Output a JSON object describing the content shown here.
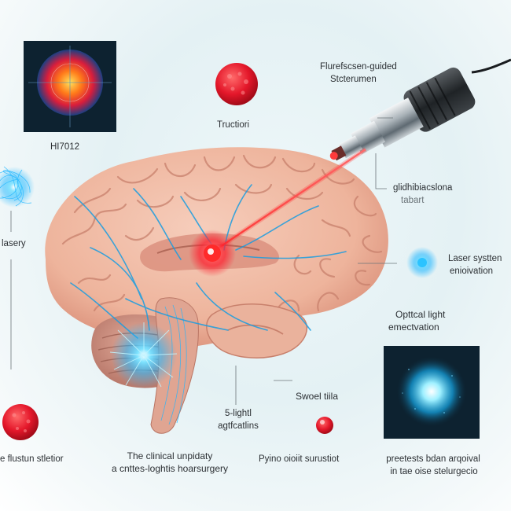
{
  "labels": {
    "heatmap_caption": "HI7012",
    "cell_caption": "Tructiori",
    "device_line1": "Flurefscsen-guided",
    "device_line2": "Stcterumen",
    "target_line1": "glidhibiacslona",
    "target_line2": "tabart",
    "laser_left": "lasery",
    "laser_sys_line1": "Laser systten",
    "laser_sys_line2": "enioivation",
    "optical_line1": "Opttcal light",
    "optical_line2": "emectvation",
    "swoel": "Swoel tiila",
    "light_line1": "5-lightl",
    "light_line2": "agtfcatlins",
    "bottom_left": "e flustun stletior",
    "clinical_line1": "The clinical unpidaty",
    "clinical_line2": "a cnttes-loghtis hoarsurgery",
    "pyino": "Pyino oioiit surustiot",
    "precise_line1": "preetests bdan arqoival",
    "precise_line2": "in tae oise stelurgecio"
  },
  "colors": {
    "brain": "#eeb9a3",
    "brain_shadow": "#d98e78",
    "laser": "#ff2a2a",
    "neural_glow": "#1fb6ff",
    "tumor": "#e4172a",
    "panel": "#0d2230"
  }
}
